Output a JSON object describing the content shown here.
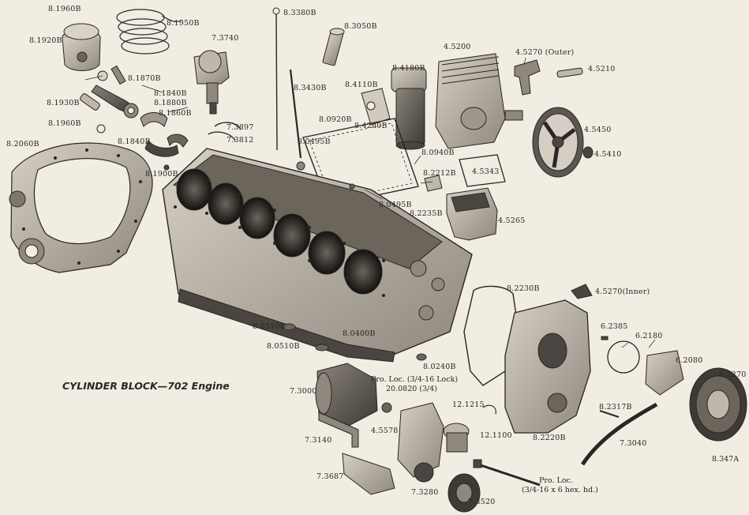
{
  "title": "CYLINDER BLOCK—702 Engine",
  "figure_number": "8.347A",
  "labels": {
    "p8_1960B_top": "8.1960B",
    "p8_1920B": "8.1920B",
    "p8_1950B": "8.1950B",
    "p7_3740": "7.3740",
    "p8_3380B": "8.3380B",
    "p8_3050B": "8.3050B",
    "p4_5200": "4.5200",
    "p4_5270_outer": "4.5270 (Outer)",
    "p4_5210": "4.5210",
    "p8_1870B": "8.1870B",
    "p8_4180B": "8.4180B",
    "p8_3430B": "8.3430B",
    "p8_4110B": "8.4110B",
    "p8_1840B_a": "8.1840B",
    "p8_1880B": "8.1880B",
    "p8_1930B": "8.1930B",
    "p8_1860B": "8.1860B",
    "p8_1960B_b": "8.1960B",
    "p7_3897": "7.3897",
    "p7_3812": "7.3812",
    "p8_0920B": "8.0920B",
    "p8_4280B": "8.4280B",
    "p8_2060B": "8.2060B",
    "p8_1840B_b": "8.1840B",
    "p8_0495B_a": "8.0495B",
    "p8_0940B": "8.0940B",
    "p4_5450": "4.5450",
    "p4_5410": "4.5410",
    "p8_1900B": "8.1900B",
    "p8_2212B": "8.2212B",
    "p4_5343": "4.5343",
    "p8_0495B_b": "8.0495B",
    "p8_2235B": "8.2235B",
    "p4_5265": "4.5265",
    "p8_2230B": "8.2230B",
    "p4_5270_inner": "4.5270(Inner)",
    "p8_0510B_a": "8.0510B",
    "p8_0510B_b": "8.0510B",
    "p8_0400B": "8.0400B",
    "p6_2385": "6.2385",
    "p6_2180": "6.2180",
    "p6_2080": "6.2080",
    "p6_2270": "6.2270",
    "p8_0240B": "8.0240B",
    "p7_3000": "7.3000",
    "p12_1215": "12.1215",
    "p8_2317B": "8.2317B",
    "p4_5578": "4.5578",
    "p12_1100": "12.1100",
    "p8_2220B": "8.2220B",
    "p7_3140": "7.3140",
    "p7_3040": "7.3040",
    "p7_3687": "7.3687",
    "p7_3280": "7.3280",
    "p7_3520": "7.3520"
  },
  "notes": {
    "pro_loc_lock_line1": "Pro. Loc. (3/4-16 Lock)",
    "pro_loc_lock_line2": "20.0820 (3/4)",
    "pro_loc_bolt_line1": "Pro. Loc.",
    "pro_loc_bolt_line2": "(3/4-16 x 6 hex. hd.)"
  },
  "colors": {
    "paper": "#f1ede3",
    "ink": "#2a2622",
    "metal_light": "#c9c3b8",
    "metal_mid": "#9d978d",
    "metal_dark": "#4a4540"
  }
}
